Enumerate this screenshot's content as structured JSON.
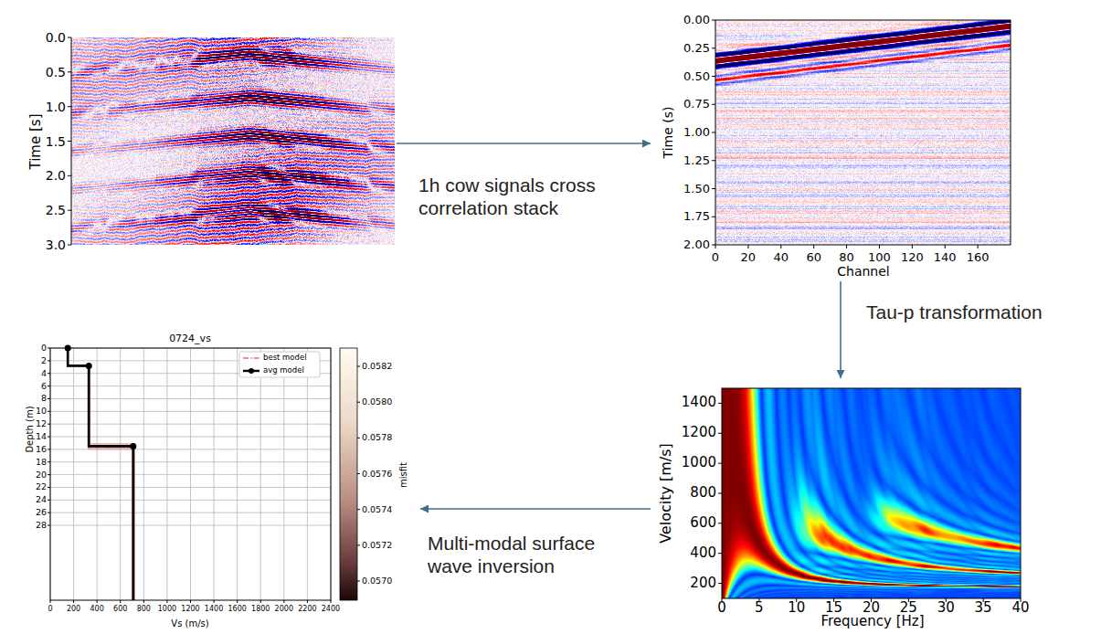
{
  "diagram": {
    "nodes": [
      {
        "text": [
          "Time [s]",
          "0.0",
          "0.5",
          "1.0",
          "1.5",
          "2.0",
          "2.5",
          "3.0"
        ]
      },
      {
        "text": [
          "Time (s)",
          "Channel",
          "0.00",
          "0.25",
          "0.50",
          "0.75",
          "1.00",
          "1.25",
          "1.50",
          "1.75",
          "2.00",
          "0",
          "20",
          "40",
          "60",
          "80",
          "100",
          "120",
          "140",
          "160"
        ]
      },
      {
        "text": [
          "0724_vs",
          "Depth (m)",
          "Vs (m/s)",
          "misfit",
          "0",
          "2",
          "4",
          "6",
          "8",
          "10",
          "12",
          "14",
          "16",
          "18",
          "20",
          "22",
          "24",
          "26",
          "28",
          "0",
          "200",
          "400",
          "600",
          "800",
          "1000",
          "1200",
          "1400",
          "1600",
          "1800",
          "2000",
          "2200",
          "2400",
          "0.0582",
          "0.0580",
          "0.0578",
          "0.0576",
          "0.0574",
          "0.0572",
          "0.0570"
        ]
      },
      {
        "text": [
          "Velocity [m/s]",
          "Frequency [Hz]",
          "1400",
          "1200",
          "1000",
          "800",
          "600",
          "400",
          "200",
          "0",
          "5",
          "10",
          "15",
          "20",
          "25",
          "30",
          "35",
          "40"
        ]
      }
    ],
    "edges": [
      {
        "from": 0,
        "to": 1,
        "label": "1h cow signals cross correlation stack",
        "arrow": "to"
      },
      {
        "from": 1,
        "to": 3,
        "label": "Tau-p transformation",
        "arrow": "to"
      },
      {
        "from": 3,
        "to": 2,
        "label": "Multi-modal surface wave inversion",
        "arrow": "to"
      }
    ],
    "legend": [
      {
        "text": "best model"
      },
      {
        "text": "avg model"
      }
    ]
  }
}
